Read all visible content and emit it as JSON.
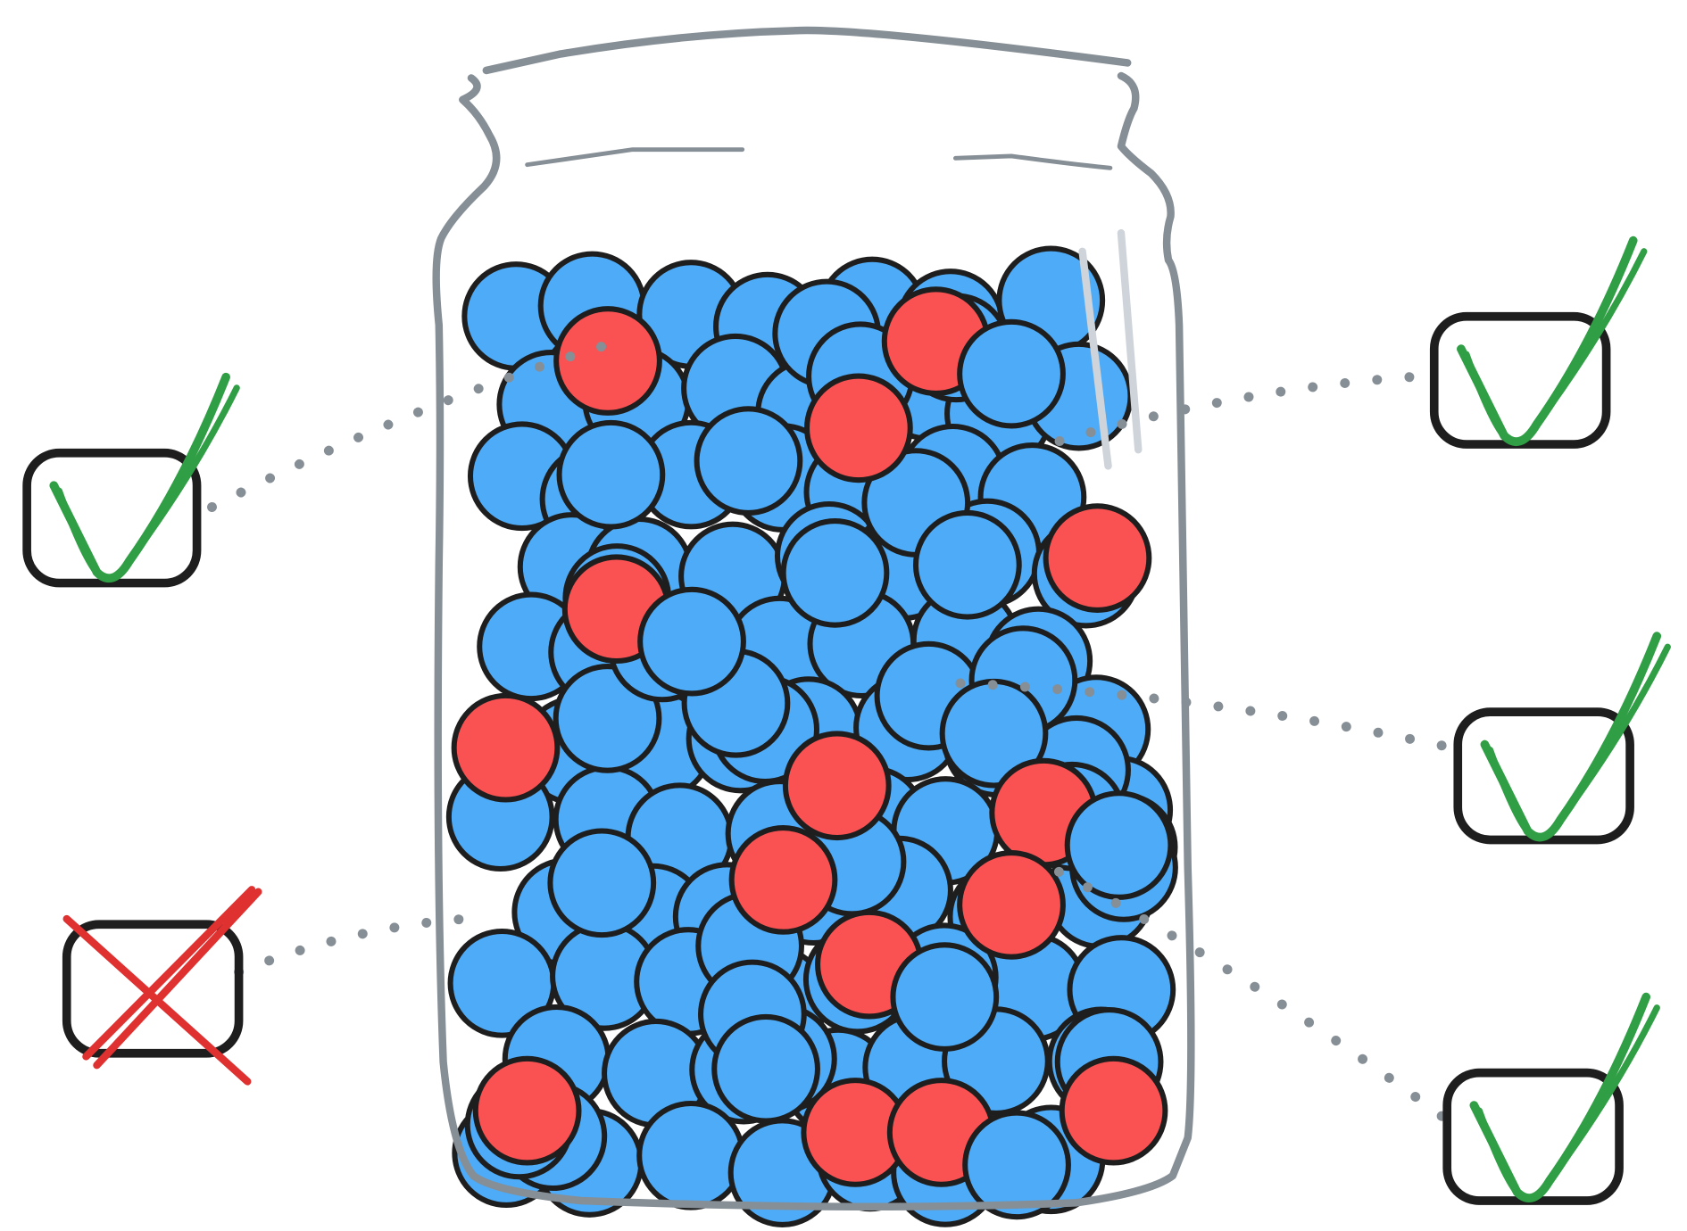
{
  "diagram": {
    "subject": "jar",
    "colors": {
      "jar_outline": "#868e96",
      "ball_blue": "#4dabf7",
      "ball_red": "#fa5252",
      "ball_stroke": "#1e1e1e",
      "connector": "#868e96",
      "box_stroke": "#1e1e1e",
      "check": "#2f9e44",
      "cross": "#e03131",
      "reflection": "#ced4da"
    },
    "ball_counts": {
      "red": 15
    },
    "markers": [
      {
        "id": "left",
        "state": "checked",
        "icon": "check-icon"
      },
      {
        "id": "top-right",
        "state": "checked",
        "icon": "check-icon"
      },
      {
        "id": "middle-right",
        "state": "checked",
        "icon": "check-icon"
      },
      {
        "id": "bottom-right",
        "state": "checked",
        "icon": "check-icon"
      },
      {
        "id": "bottom-left",
        "state": "crossed",
        "icon": "cross-icon"
      }
    ]
  }
}
